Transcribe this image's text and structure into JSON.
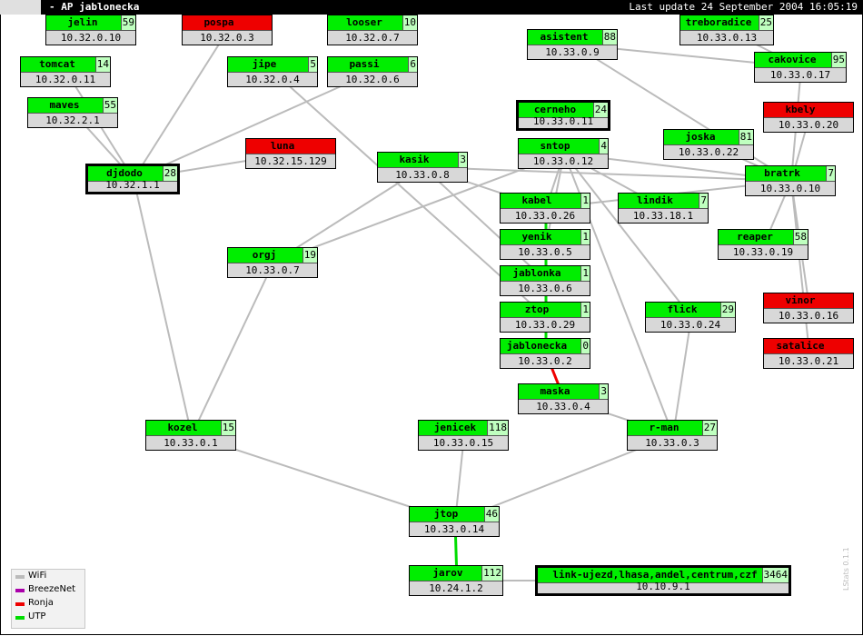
{
  "title": "- AP jablonecka",
  "last_update": "Last update 24 September 2004 16:05:19",
  "credit": "LStats 0.1.1",
  "legend": [
    {
      "label": "WiFi",
      "color": "#bbbbbb"
    },
    {
      "label": "BreezeNet",
      "color": "#aa00aa"
    },
    {
      "label": "Ronja",
      "color": "#ee0000"
    },
    {
      "label": "UTP",
      "color": "#00dd00"
    }
  ],
  "nodes": [
    {
      "id": "jelin",
      "name": "jelin",
      "count": "59",
      "ip": "10.32.0.10",
      "status": "ok",
      "bold": false
    },
    {
      "id": "pospa",
      "name": "pospa",
      "count": "",
      "ip": "10.32.0.3",
      "status": "down",
      "bold": false
    },
    {
      "id": "looser",
      "name": "looser",
      "count": "10",
      "ip": "10.32.0.7",
      "status": "ok",
      "bold": false
    },
    {
      "id": "asistent",
      "name": "asistent",
      "count": "88",
      "ip": "10.33.0.9",
      "status": "ok",
      "bold": false
    },
    {
      "id": "treboradice",
      "name": "treboradice",
      "count": "25",
      "ip": "10.33.0.13",
      "status": "ok",
      "bold": false
    },
    {
      "id": "tomcat",
      "name": "tomcat",
      "count": "14",
      "ip": "10.32.0.11",
      "status": "ok",
      "bold": false
    },
    {
      "id": "jipe",
      "name": "jipe",
      "count": "5",
      "ip": "10.32.0.4",
      "status": "ok",
      "bold": false
    },
    {
      "id": "passi",
      "name": "passi",
      "count": "6",
      "ip": "10.32.0.6",
      "status": "ok",
      "bold": false
    },
    {
      "id": "cakovice",
      "name": "cakovice",
      "count": "95",
      "ip": "10.33.0.17",
      "status": "ok",
      "bold": false
    },
    {
      "id": "maves",
      "name": "maves",
      "count": "55",
      "ip": "10.32.2.1",
      "status": "ok",
      "bold": false
    },
    {
      "id": "cerneho",
      "name": "cerneho",
      "count": "24",
      "ip": "10.33.0.11",
      "status": "ok",
      "bold": true
    },
    {
      "id": "kbely",
      "name": "kbely",
      "count": "",
      "ip": "10.33.0.20",
      "status": "down",
      "bold": false
    },
    {
      "id": "joska",
      "name": "joska",
      "count": "81",
      "ip": "10.33.0.22",
      "status": "ok",
      "bold": false
    },
    {
      "id": "luna",
      "name": "luna",
      "count": "",
      "ip": "10.32.15.129",
      "status": "down",
      "bold": false
    },
    {
      "id": "sntop",
      "name": "sntop",
      "count": "4",
      "ip": "10.33.0.12",
      "status": "ok",
      "bold": false
    },
    {
      "id": "djdodo",
      "name": "djdodo",
      "count": "28",
      "ip": "10.32.1.1",
      "status": "ok",
      "bold": true
    },
    {
      "id": "kasik",
      "name": "kasik",
      "count": "3",
      "ip": "10.33.0.8",
      "status": "ok",
      "bold": false
    },
    {
      "id": "bratrk",
      "name": "bratrk",
      "count": "7",
      "ip": "10.33.0.10",
      "status": "ok",
      "bold": false
    },
    {
      "id": "kabel",
      "name": "kabel",
      "count": "1",
      "ip": "10.33.0.26",
      "status": "ok",
      "bold": false
    },
    {
      "id": "lindik",
      "name": "lindik",
      "count": "7",
      "ip": "10.33.18.1",
      "status": "ok",
      "bold": false
    },
    {
      "id": "yenik",
      "name": "yenik",
      "count": "1",
      "ip": "10.33.0.5",
      "status": "ok",
      "bold": false
    },
    {
      "id": "reaper",
      "name": "reaper",
      "count": "58",
      "ip": "10.33.0.19",
      "status": "ok",
      "bold": false
    },
    {
      "id": "orgj",
      "name": "orgj",
      "count": "19",
      "ip": "10.33.0.7",
      "status": "ok",
      "bold": false
    },
    {
      "id": "jablonka",
      "name": "jablonka",
      "count": "1",
      "ip": "10.33.0.6",
      "status": "ok",
      "bold": false
    },
    {
      "id": "vinor",
      "name": "vinor",
      "count": "",
      "ip": "10.33.0.16",
      "status": "down",
      "bold": false
    },
    {
      "id": "ztop",
      "name": "ztop",
      "count": "1",
      "ip": "10.33.0.29",
      "status": "ok",
      "bold": false
    },
    {
      "id": "flick",
      "name": "flick",
      "count": "29",
      "ip": "10.33.0.24",
      "status": "ok",
      "bold": false
    },
    {
      "id": "jablonecka",
      "name": "jablonecka",
      "count": "0",
      "ip": "10.33.0.2",
      "status": "ok",
      "bold": false
    },
    {
      "id": "satalice",
      "name": "satalice",
      "count": "",
      "ip": "10.33.0.21",
      "status": "down",
      "bold": false
    },
    {
      "id": "maska",
      "name": "maska",
      "count": "3",
      "ip": "10.33.0.4",
      "status": "ok",
      "bold": false
    },
    {
      "id": "kozel",
      "name": "kozel",
      "count": "15",
      "ip": "10.33.0.1",
      "status": "ok",
      "bold": false
    },
    {
      "id": "jenicek",
      "name": "jenicek",
      "count": "118",
      "ip": "10.33.0.15",
      "status": "ok",
      "bold": false
    },
    {
      "id": "rman",
      "name": "r-man",
      "count": "27",
      "ip": "10.33.0.3",
      "status": "ok",
      "bold": false
    },
    {
      "id": "jtop",
      "name": "jtop",
      "count": "46",
      "ip": "10.33.0.14",
      "status": "ok",
      "bold": false
    },
    {
      "id": "jarov",
      "name": "jarov",
      "count": "112",
      "ip": "10.24.1.2",
      "status": "ok",
      "bold": false
    },
    {
      "id": "link",
      "name": "link-ujezd,lhasa,andel,centrum,czf",
      "count": "3464",
      "ip": "10.10.9.1",
      "status": "ok",
      "bold": true
    }
  ],
  "links": [
    {
      "from": "djdodo",
      "to": "pospa",
      "type": "WiFi"
    },
    {
      "from": "djdodo",
      "to": "tomcat",
      "type": "WiFi"
    },
    {
      "from": "djdodo",
      "to": "maves",
      "type": "WiFi"
    },
    {
      "from": "djdodo",
      "to": "passi",
      "type": "WiFi"
    },
    {
      "from": "djdodo",
      "to": "luna",
      "type": "WiFi"
    },
    {
      "from": "djdodo",
      "to": "kozel",
      "type": "WiFi"
    },
    {
      "from": "jipe",
      "to": "ztop",
      "type": "WiFi"
    },
    {
      "from": "kasik",
      "to": "kabel",
      "type": "WiFi"
    },
    {
      "from": "kasik",
      "to": "bratrk",
      "type": "WiFi"
    },
    {
      "from": "kasik",
      "to": "orgj",
      "type": "WiFi"
    },
    {
      "from": "kasik",
      "to": "jablonka",
      "type": "WiFi"
    },
    {
      "from": "sntop",
      "to": "orgj",
      "type": "WiFi"
    },
    {
      "from": "sntop",
      "to": "kabel",
      "type": "WiFi"
    },
    {
      "from": "sntop",
      "to": "yenik",
      "type": "WiFi"
    },
    {
      "from": "sntop",
      "to": "bratrk",
      "type": "WiFi"
    },
    {
      "from": "sntop",
      "to": "lindik",
      "type": "WiFi"
    },
    {
      "from": "sntop",
      "to": "flick",
      "type": "WiFi"
    },
    {
      "from": "sntop",
      "to": "rman",
      "type": "WiFi"
    },
    {
      "from": "kabel",
      "to": "bratrk",
      "type": "WiFi"
    },
    {
      "from": "asistent",
      "to": "cakovice",
      "type": "WiFi"
    },
    {
      "from": "asistent",
      "to": "bratrk",
      "type": "WiFi"
    },
    {
      "from": "treboradice",
      "to": "cakovice",
      "type": "WiFi"
    },
    {
      "from": "kbely",
      "to": "bratrk",
      "type": "WiFi"
    },
    {
      "from": "cakovice",
      "to": "bratrk",
      "type": "WiFi"
    },
    {
      "from": "joska",
      "to": "bratrk",
      "type": "WiFi"
    },
    {
      "from": "bratrk",
      "to": "reaper",
      "type": "WiFi"
    },
    {
      "from": "bratrk",
      "to": "vinor",
      "type": "WiFi"
    },
    {
      "from": "bratrk",
      "to": "satalice",
      "type": "WiFi"
    },
    {
      "from": "kabel",
      "to": "yenik",
      "type": "UTP"
    },
    {
      "from": "yenik",
      "to": "jablonka",
      "type": "UTP"
    },
    {
      "from": "jablonka",
      "to": "ztop",
      "type": "UTP"
    },
    {
      "from": "ztop",
      "to": "jablonecka",
      "type": "UTP"
    },
    {
      "from": "jablonecka",
      "to": "maska",
      "type": "Ronja"
    },
    {
      "from": "orgj",
      "to": "kozel",
      "type": "WiFi"
    },
    {
      "from": "maska",
      "to": "rman",
      "type": "WiFi"
    },
    {
      "from": "flick",
      "to": "rman",
      "type": "WiFi"
    },
    {
      "from": "kozel",
      "to": "jtop",
      "type": "WiFi"
    },
    {
      "from": "jenicek",
      "to": "jtop",
      "type": "WiFi"
    },
    {
      "from": "rman",
      "to": "jtop",
      "type": "WiFi"
    },
    {
      "from": "jtop",
      "to": "jarov",
      "type": "UTP"
    },
    {
      "from": "jarov",
      "to": "link",
      "type": "WiFi"
    }
  ]
}
